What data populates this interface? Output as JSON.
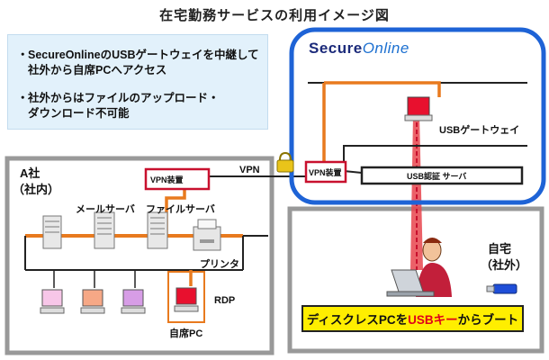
{
  "title": "在宅勤務サービスの利用イメージ図",
  "notes": [
    {
      "bullet": "・",
      "text": "SecureOnlineのUSBゲートウェイを中継して\n社外から自席PCへアクセス"
    },
    {
      "bullet": "・",
      "text": "社外からはファイルのアップロード・\nダウンロード不可能"
    }
  ],
  "logo": {
    "part1": "Secure",
    "part2": "Online"
  },
  "company": {
    "line1": "A社",
    "line2": "（社内）"
  },
  "labels": {
    "mail_server": "メールサーバ",
    "file_server": "ファイルサーバ",
    "printer": "プリンタ",
    "rdp": "RDP",
    "own_pc": "自席PC",
    "vpn_device_a": "VPN装置",
    "vpn_device_b": "VPN装置",
    "vpn": "VPN",
    "usb_gateway": "USBゲートウェイ",
    "usb_auth_server": "USB認証 サーバ",
    "home_line1": "自宅",
    "home_line2": "（社外）"
  },
  "boot_banner": {
    "part1": "ディスクレスPCを",
    "part2": "USBキー",
    "part3": "からブート"
  },
  "colors": {
    "blue_border": "#1e63d6",
    "orange_line": "#e87a1e",
    "red_accent": "#c8102e",
    "yellow_banner": "#ffee00",
    "notes_bg": "#e2f1fb"
  },
  "icons": [
    "lock-icon",
    "server-icon",
    "printer-icon",
    "pc-icon",
    "laptop-icon",
    "usb-key-icon",
    "person-icon"
  ]
}
